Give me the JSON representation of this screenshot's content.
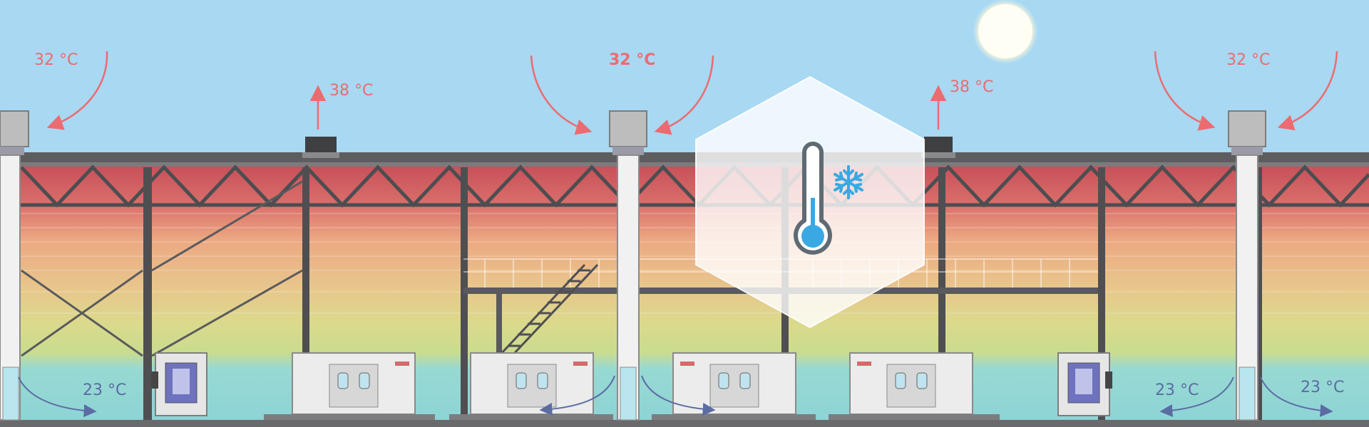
{
  "labels": {
    "outside_left": "32 °C",
    "outside_center": "32 °C",
    "outside_right": "32 °C",
    "exhaust_left": "38 °C",
    "exhaust_right": "38 °C",
    "floor_left": "23 °C",
    "floor_right_a": "23 °C",
    "floor_right_b": "23 °C"
  },
  "badge": {
    "icon": "thermometer-snowflake-icon",
    "accent": "#3aa9e3",
    "outline": "#5f6b73"
  },
  "colors": {
    "sky": "#a8d8f2",
    "hot_text": "#ec6b70",
    "cool_text": "#5a6ca2",
    "air_hot": "#c84f5a",
    "air_warm": "#e9a27a",
    "air_mild": "#dcd98c",
    "air_cool": "#8fd6d8"
  }
}
